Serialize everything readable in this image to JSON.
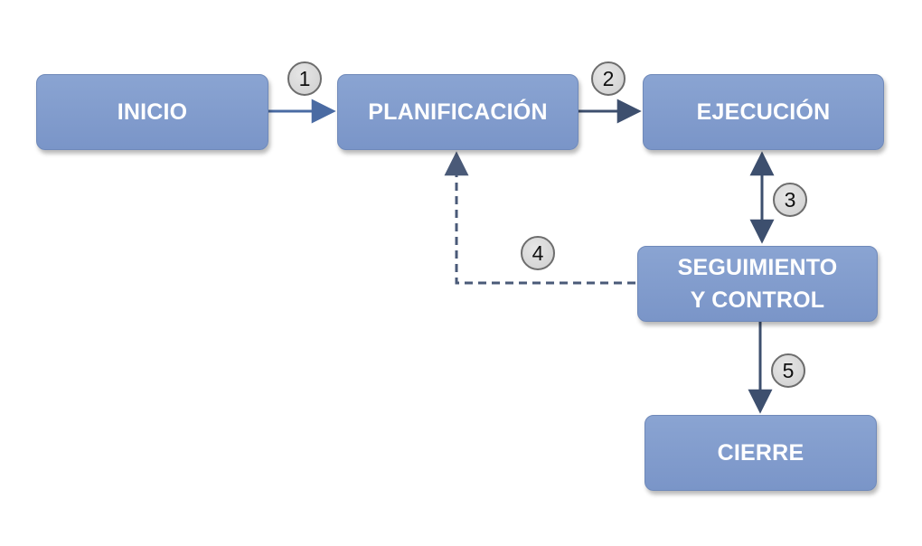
{
  "diagram": {
    "nodes": {
      "inicio": "INICIO",
      "planificacion": "PLANIFICACIÓN",
      "ejecucion": "EJECUCIÓN",
      "seguimiento": "SEGUIMIENTO\nY CONTROL",
      "cierre": "CIERRE"
    },
    "steps": [
      "1",
      "2",
      "3",
      "4",
      "5"
    ],
    "colors": {
      "box_fill": "#7f99cb",
      "box_border": "#6f89b9",
      "arrow_solid": "#3d4f6e",
      "arrow_inicio": "#4a6ba3",
      "arrow_dashed": "#4a5a78",
      "badge_fill": "#d9d9d9",
      "badge_border": "#6d6d6d"
    }
  }
}
